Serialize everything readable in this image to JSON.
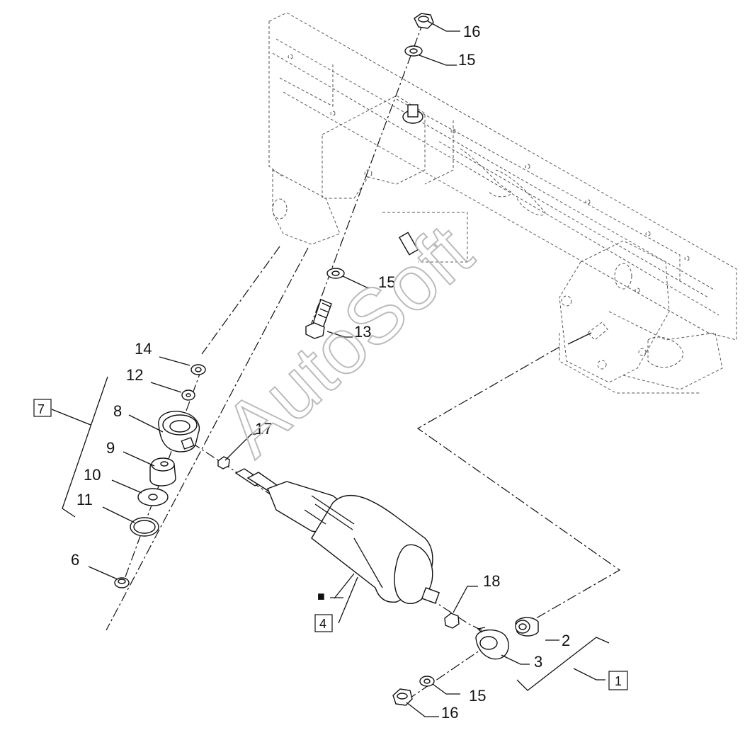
{
  "watermark": "AutoSoft",
  "legend_square_symbol": "■",
  "callouts": {
    "c16_top": "16",
    "c15_top": "15",
    "c15_mid": "15",
    "c13": "13",
    "c14": "14",
    "c12": "12",
    "c7": "7",
    "c8": "8",
    "c17": "17",
    "c9": "9",
    "c10": "10",
    "c11": "11",
    "c6": "6",
    "c18": "18",
    "c4": "4",
    "c2": "2",
    "c3": "3",
    "c1": "1",
    "c15_bot": "15",
    "c16_bot": "16"
  }
}
